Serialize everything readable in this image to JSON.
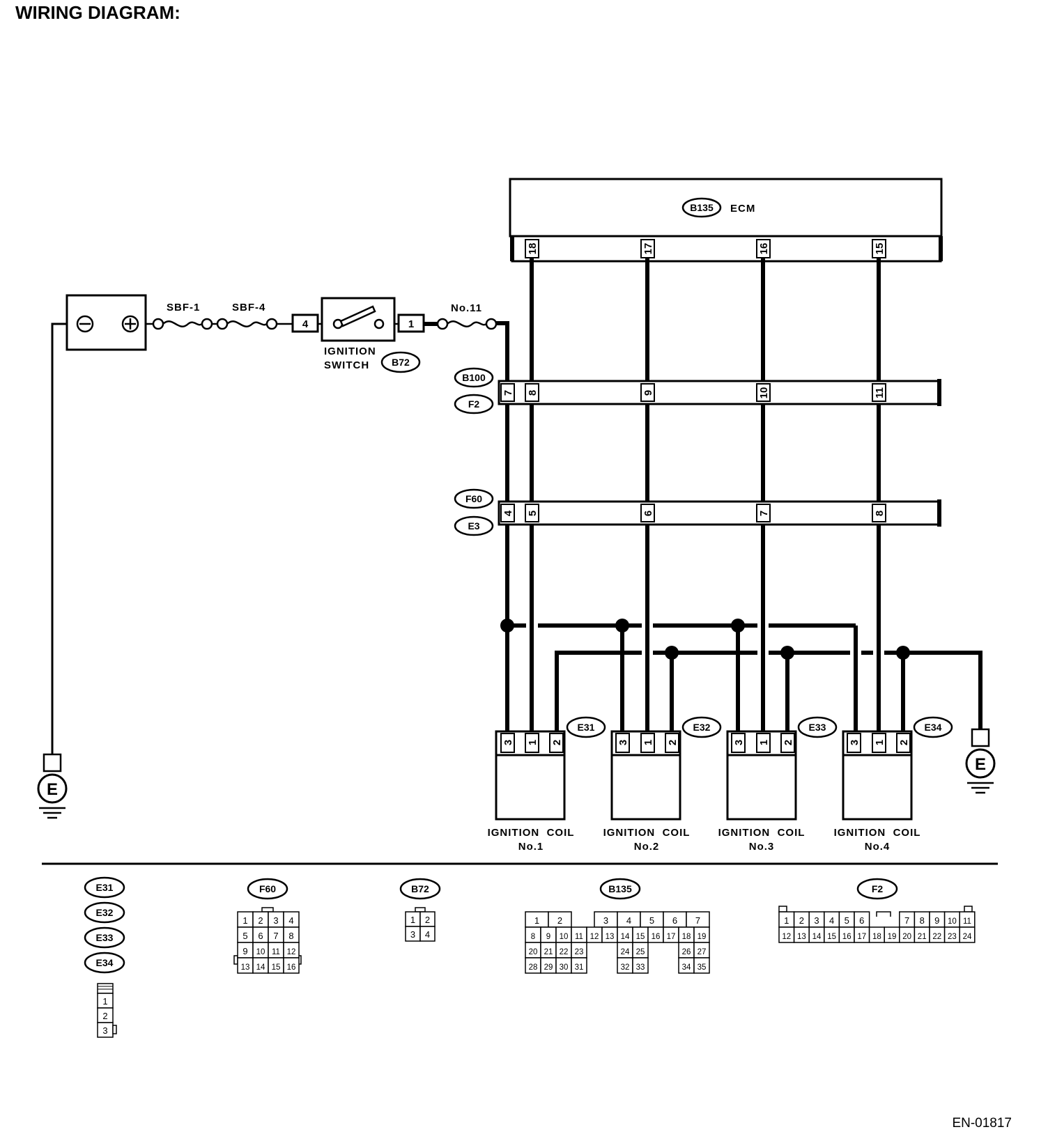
{
  "title": "WIRING DIAGRAM:",
  "ecm": {
    "code": "B135",
    "name": "ECM",
    "pins": [
      "18",
      "17",
      "16",
      "15"
    ]
  },
  "battery": {
    "neg": "⊖",
    "pos": "⊕"
  },
  "fuses": {
    "sbf1": "SBF-1",
    "sbf4": "SBF-4",
    "no11": "No.11"
  },
  "ignition_switch": {
    "line1": "IGNITION",
    "line2": "SWITCH",
    "code": "B72",
    "pin_in": "4",
    "pin_out": "1"
  },
  "connector_b100": {
    "code1": "B100",
    "code2": "F2",
    "pins": [
      "7",
      "8",
      "9",
      "10",
      "11"
    ]
  },
  "connector_f60": {
    "code1": "F60",
    "code2": "E3",
    "pins": [
      "4",
      "5",
      "6",
      "7",
      "8"
    ]
  },
  "coils": [
    {
      "code": "E31",
      "line1": "IGNITION  COIL",
      "line2": "No.1",
      "pins": [
        "3",
        "1",
        "2"
      ]
    },
    {
      "code": "E32",
      "line1": "IGNITION  COIL",
      "line2": "No.2",
      "pins": [
        "3",
        "1",
        "2"
      ]
    },
    {
      "code": "E33",
      "line1": "IGNITION  COIL",
      "line2": "No.3",
      "pins": [
        "3",
        "1",
        "2"
      ]
    },
    {
      "code": "E34",
      "line1": "IGNITION  COIL",
      "line2": "No.4",
      "pins": [
        "3",
        "1",
        "2"
      ]
    }
  ],
  "ground": {
    "label": "E"
  },
  "legend": {
    "coil_codes": [
      "E31",
      "E32",
      "E33",
      "E34"
    ],
    "coil_pins": [
      "1",
      "2",
      "3"
    ],
    "f60": {
      "code": "F60",
      "rows": [
        [
          "1",
          "2",
          "3",
          "4"
        ],
        [
          "5",
          "6",
          "7",
          "8"
        ],
        [
          "9",
          "10",
          "11",
          "12"
        ],
        [
          "13",
          "14",
          "15",
          "16"
        ]
      ]
    },
    "b72": {
      "code": "B72",
      "rows": [
        [
          "1",
          "2"
        ],
        [
          "3",
          "4"
        ]
      ]
    },
    "b135": {
      "code": "B135",
      "row1": [
        "1",
        "2",
        "3",
        "4",
        "5",
        "6",
        "7"
      ],
      "row2": [
        "8",
        "9",
        "10",
        "11",
        "12",
        "13",
        "14",
        "15",
        "16",
        "17",
        "18",
        "19"
      ],
      "row3": [
        "20",
        "21",
        "22",
        "23",
        "24",
        "25",
        "26",
        "27"
      ],
      "row4": [
        "28",
        "29",
        "30",
        "31",
        "32",
        "33",
        "34",
        "35"
      ]
    },
    "f2": {
      "code": "F2",
      "row1": [
        "1",
        "2",
        "3",
        "4",
        "5",
        "6",
        "7",
        "8",
        "9",
        "10",
        "11"
      ],
      "row2": [
        "12",
        "13",
        "14",
        "15",
        "16",
        "17",
        "18",
        "19",
        "20",
        "21",
        "22",
        "23",
        "24"
      ]
    }
  },
  "figure_id": "EN-01817"
}
